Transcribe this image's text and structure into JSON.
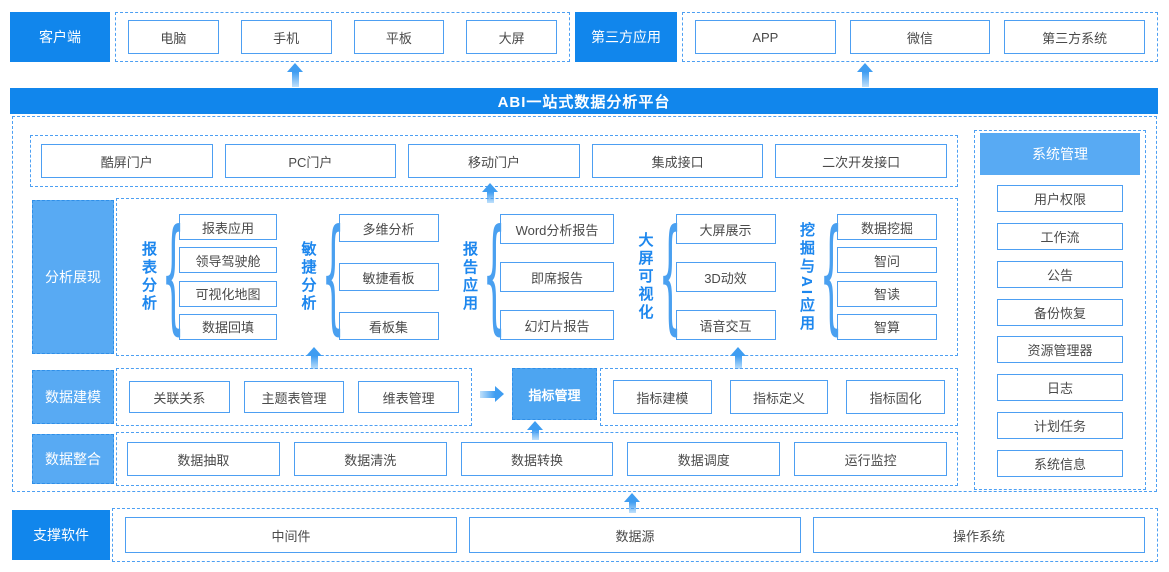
{
  "top": {
    "client": {
      "label": "客户端",
      "items": [
        "电脑",
        "手机",
        "平板",
        "大屏"
      ]
    },
    "third_party": {
      "label": "第三方应用",
      "items": [
        "APP",
        "微信",
        "第三方系统"
      ]
    }
  },
  "platform": {
    "title": "ABI一站式数据分析平台",
    "portals": [
      "酷屏门户",
      "PC门户",
      "移动门户",
      "集成接口",
      "二次开发接口"
    ],
    "analysis": {
      "label": "分析展现",
      "groups": [
        {
          "name": "报表分析",
          "items": [
            "报表应用",
            "领导驾驶舱",
            "可视化地图",
            "数据回填"
          ]
        },
        {
          "name": "敏捷分析",
          "items": [
            "多维分析",
            "敏捷看板",
            "看板集"
          ]
        },
        {
          "name": "报告应用",
          "items": [
            "Word分析报告",
            "即席报告",
            "幻灯片报告"
          ]
        },
        {
          "name": "大屏可视化",
          "items": [
            "大屏展示",
            "3D动效",
            "语音交互"
          ]
        },
        {
          "name": "挖掘与AI应用",
          "items": [
            "数据挖掘",
            "智问",
            "智读",
            "智算"
          ]
        }
      ]
    },
    "modeling": {
      "label": "数据建模",
      "items": [
        "关联关系",
        "主题表管理",
        "维表管理"
      ],
      "indicator_label": "指标管理",
      "indicator_items": [
        "指标建模",
        "指标定义",
        "指标固化"
      ]
    },
    "integration": {
      "label": "数据整合",
      "items": [
        "数据抽取",
        "数据清洗",
        "数据转换",
        "数据调度",
        "运行监控"
      ]
    },
    "system": {
      "label": "系统管理",
      "items": [
        "用户权限",
        "工作流",
        "公告",
        "备份恢复",
        "资源管理器",
        "日志",
        "计划任务",
        "系统信息"
      ]
    }
  },
  "support": {
    "label": "支撑软件",
    "items": [
      "中间件",
      "数据源",
      "操作系统"
    ]
  },
  "icons": {
    "up_arrow": "flow-arrow-up",
    "right_arrow": "flow-arrow-right"
  },
  "colors": {
    "primary_blue": "#1186ec",
    "secondary_blue": "#58aaf3",
    "indicator_blue": "#4da5f1",
    "border_blue": "#4d9ff2",
    "label_text_blue": "#1d87ee",
    "box_text": "#4a4a4a"
  }
}
